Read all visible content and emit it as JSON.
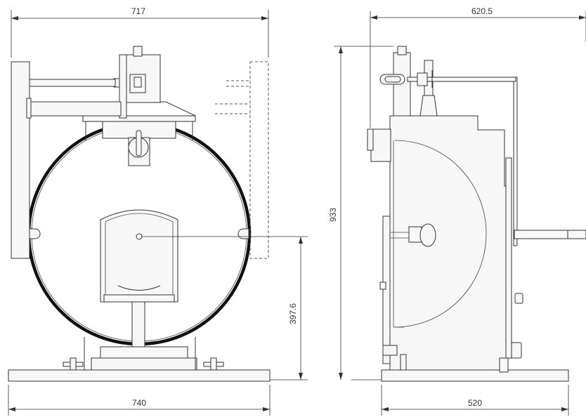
{
  "dimensions": {
    "front_top_width": "717",
    "front_base_width": "740",
    "front_center_height": "397.6",
    "side_height": "933",
    "side_top_depth": "620.5",
    "side_base_depth": "520"
  },
  "colors": {
    "line": "#333333",
    "heavy_ring": "#111111",
    "background": "#ffffff"
  }
}
